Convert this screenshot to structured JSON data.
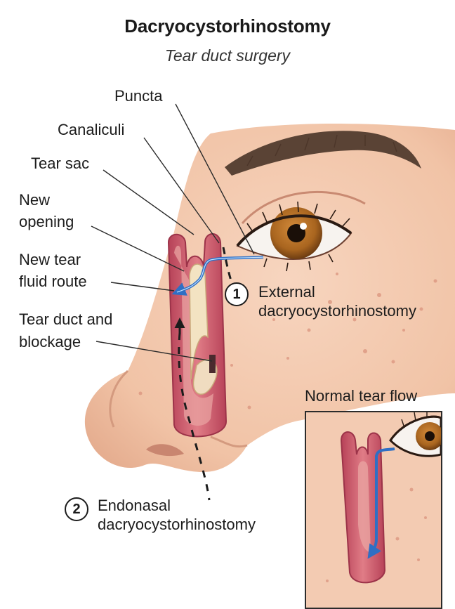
{
  "title": "Dacryocystorhinostomy",
  "subtitle": "Tear duct surgery",
  "labels": {
    "puncta": "Puncta",
    "canaliculi": "Canaliculi",
    "tear_sac": "Tear sac",
    "new_opening_1": "New",
    "new_opening_2": "opening",
    "new_route_1": "New tear",
    "new_route_2": "fluid route",
    "blockage_1": "Tear duct and",
    "blockage_2": "blockage"
  },
  "procedures": [
    {
      "number": "1",
      "line1": "External",
      "line2": "dacryocystorhinostomy"
    },
    {
      "number": "2",
      "line1": "Endonasal",
      "line2": "dacryocystorhinostomy"
    }
  ],
  "inset": {
    "title": "Normal tear flow"
  },
  "colors": {
    "skin": "#f3c9ae",
    "skin_shadow": "#e2a689",
    "duct_wall": "#c9566a",
    "duct_inner": "#e1908f",
    "tear_route": "#2f6fc4",
    "iris": "#a9651f",
    "brow": "#5a4335"
  }
}
